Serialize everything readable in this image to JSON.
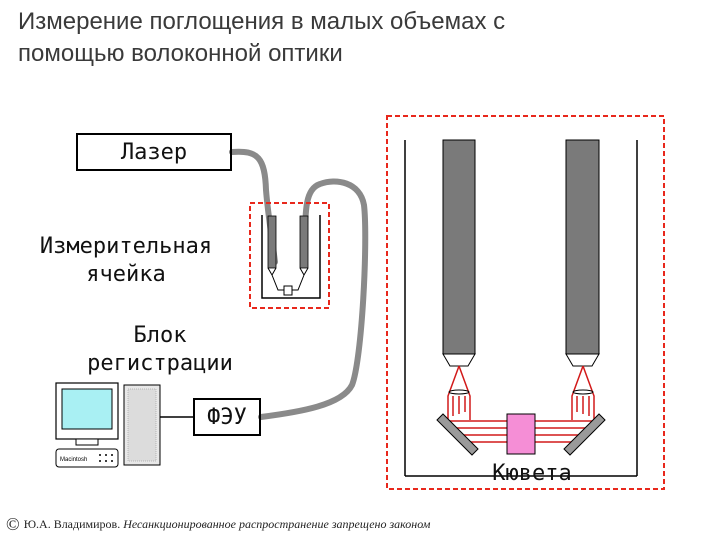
{
  "title": {
    "line1": "Измерение поглощения в малых объемах с",
    "line2": "помощью волоконной оптики"
  },
  "labels": {
    "laser": "Лазер",
    "cell_line1": "Измерительная",
    "cell_line2": "ячейка",
    "block_line1": "Блок",
    "block_line2": "регистрации",
    "pmt": "ФЭУ",
    "cuvette": "Кювета",
    "computer_brand": "Macintosh"
  },
  "footer": {
    "copyright_symbol": "©",
    "author": "Ю.А. Владимиров.",
    "notice": "Несанкционированное распространение запрещено законом"
  },
  "colors": {
    "fiber": "#8a8a8a",
    "red_dash": "#e8281c",
    "beam": "#d21a1a",
    "cuvette_fill": "#f58ed6",
    "monitor_screen": "#a9f0f3",
    "probe_fill": "#7a7a7a"
  }
}
